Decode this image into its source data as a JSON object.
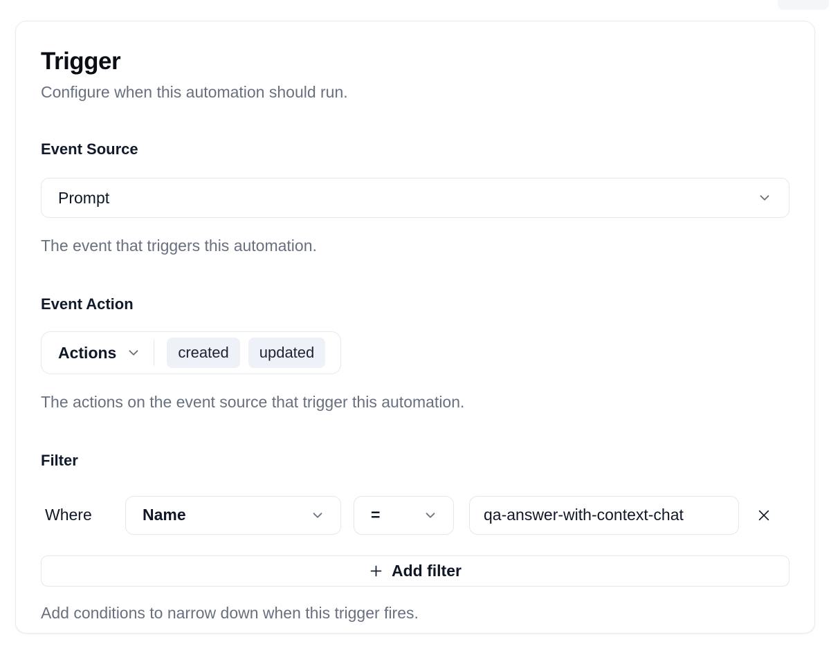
{
  "card": {
    "title": "Trigger",
    "subtitle": "Configure when this automation should run.",
    "event_source": {
      "label": "Event Source",
      "selected": "Prompt",
      "help": "The event that triggers this automation."
    },
    "event_action": {
      "label": "Event Action",
      "dropdown_label": "Actions",
      "selected_actions": [
        "created",
        "updated"
      ],
      "help": "The actions on the event source that trigger this automation."
    },
    "filter": {
      "label": "Filter",
      "where_label": "Where",
      "field_selected": "Name",
      "operator_selected": "=",
      "value": "qa-answer-with-context-chat",
      "add_button_label": "Add filter",
      "help": "Add conditions to narrow down when this trigger fires."
    }
  },
  "icons": {
    "event_source_dropdown": "chevron-down",
    "actions_dropdown": "chevron-down",
    "field_dropdown": "chevron-down",
    "operator_dropdown": "chevron-down",
    "remove_filter": "x-close",
    "add_filter": "plus"
  },
  "colors": {
    "text_primary": "#101828",
    "text_muted": "#68707f",
    "border": "#e4e7ee",
    "chip_bg": "#eef1f7",
    "card_bg": "#ffffff"
  }
}
